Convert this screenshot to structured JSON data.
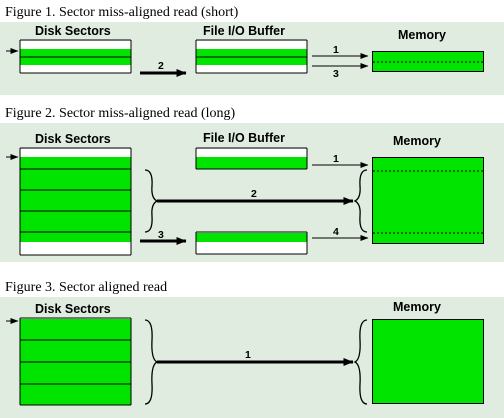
{
  "colors": {
    "panel_background": "#dfecdf",
    "block_fill": "#00e400",
    "line": "#000000"
  },
  "figure1": {
    "title": "Figure 1. Sector miss-aligned read (short)",
    "disk_label": "Disk Sectors",
    "buffer_label": "File I/O Buffer",
    "memory_label": "Memory",
    "step_a": "2",
    "step_b": "1",
    "step_c": "3"
  },
  "figure2": {
    "title": "Figure 2. Sector miss-aligned read (long)",
    "disk_label": "Disk Sectors",
    "buffer_label": "File I/O Buffer",
    "memory_label": "Memory",
    "step_a": "1",
    "step_b": "2",
    "step_c": "3",
    "step_d": "4"
  },
  "figure3": {
    "title": "Figure 3. Sector aligned read",
    "disk_label": "Disk Sectors",
    "memory_label": "Memory",
    "step_a": "1"
  }
}
